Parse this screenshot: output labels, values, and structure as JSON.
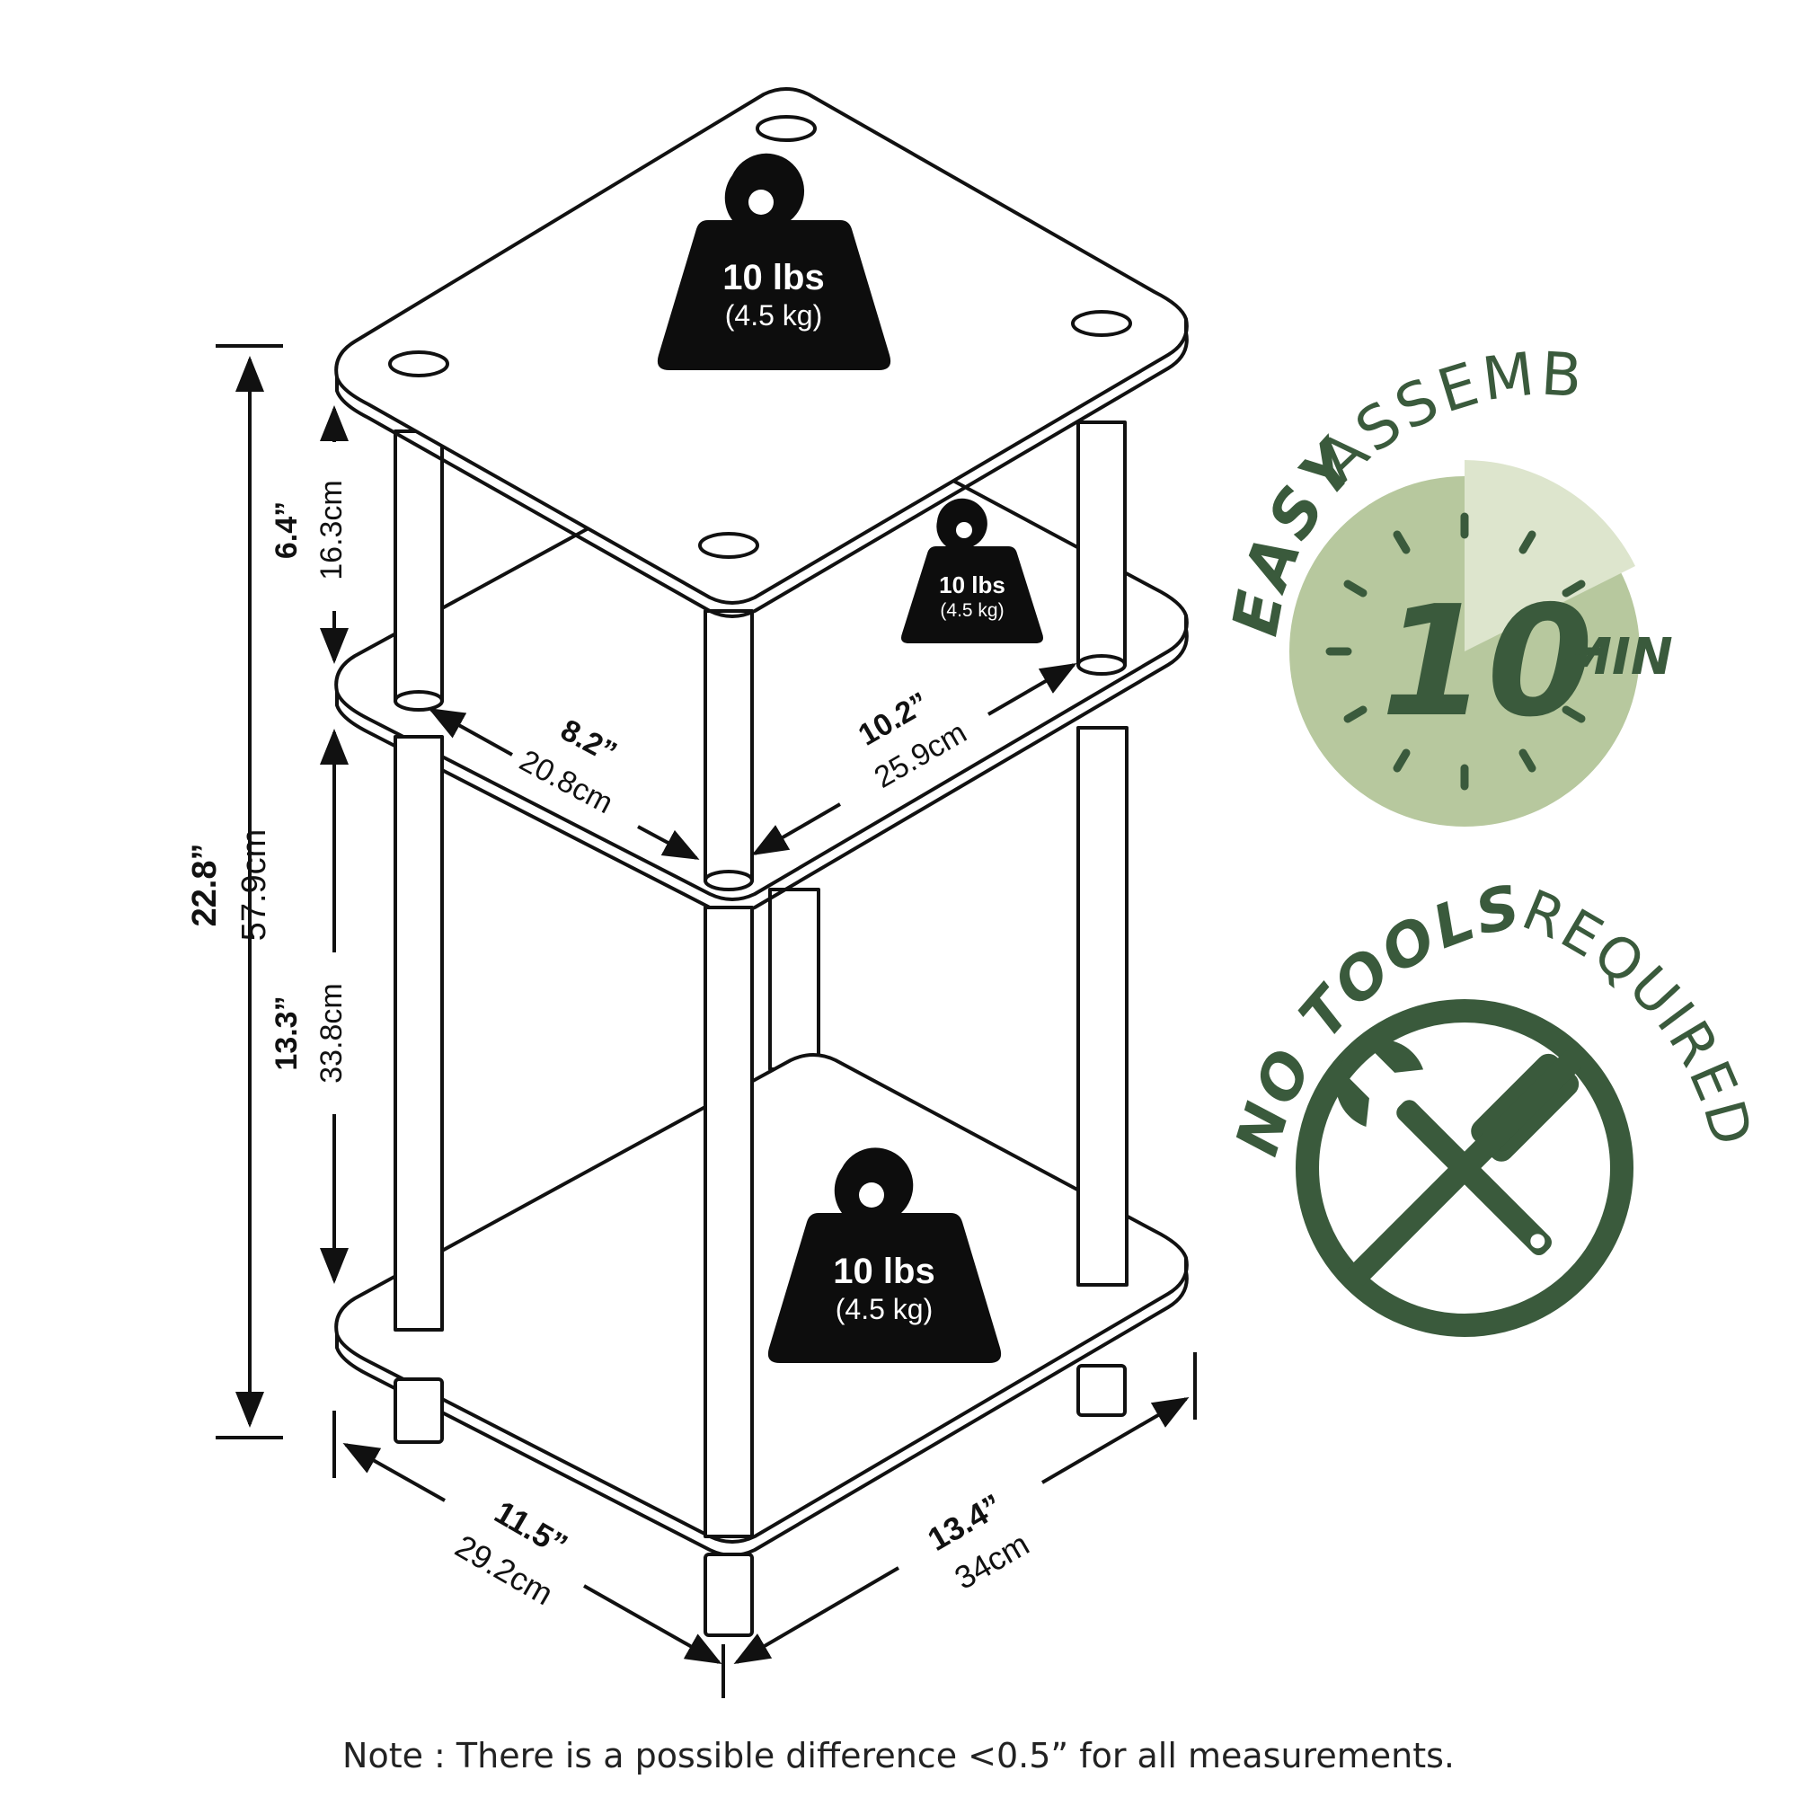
{
  "colors": {
    "line": "#111111",
    "weight_fill": "#0d0d0d",
    "badge_dark": "#3a5a3c",
    "clock_mid": "#b7c89e",
    "clock_light": "#dde5cd"
  },
  "weights": [
    {
      "lbs": "10 lbs",
      "kg": "(4.5 kg)"
    },
    {
      "lbs": "10 lbs",
      "kg": "(4.5 kg)"
    },
    {
      "lbs": "10 lbs",
      "kg": "(4.5 kg)"
    }
  ],
  "dimensions": {
    "total_height": {
      "in": "22.8”",
      "cm": "57.9cm"
    },
    "top_gap": {
      "in": "6.4”",
      "cm": "16.3cm"
    },
    "lower_gap": {
      "in": "13.3”",
      "cm": "33.8cm"
    },
    "shelf_depth": {
      "in": "8.2”",
      "cm": "20.8cm"
    },
    "shelf_width": {
      "in": "10.2”",
      "cm": "25.9cm"
    },
    "base_depth": {
      "in": "11.5”",
      "cm": "29.2cm"
    },
    "base_width": {
      "in": "13.4”",
      "cm": "34cm"
    }
  },
  "badges": {
    "assembly": {
      "easy": "EASY",
      "assembly": "ASSEMBLY",
      "minutes": "10",
      "unit": "MIN",
      "icon": "clock-icon"
    },
    "tools": {
      "no_tools": "NO TOOLS",
      "required": "REQUIRED",
      "icon": "no-tools-icon"
    }
  },
  "note": "Note : There is a possible difference <0.5” for all measurements."
}
